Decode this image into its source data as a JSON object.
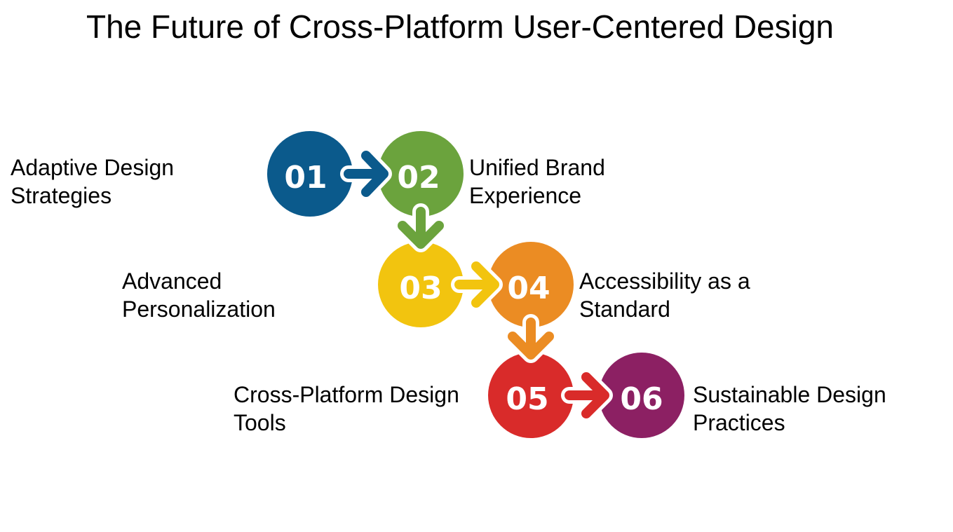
{
  "title": "The Future of Cross-Platform User-Centered Design",
  "steps": [
    {
      "number": "01",
      "label_lines": [
        "Adaptive Design",
        "Strategies"
      ],
      "color": "#0B5A8C"
    },
    {
      "number": "02",
      "label_lines": [
        "Unified Brand",
        "Experience"
      ],
      "color": "#6BA33D"
    },
    {
      "number": "03",
      "label_lines": [
        "Advanced",
        "Personalization"
      ],
      "color": "#F2C40F"
    },
    {
      "number": "04",
      "label_lines": [
        "Accessibility as a",
        "Standard"
      ],
      "color": "#EB8C23"
    },
    {
      "number": "05",
      "label_lines": [
        "Cross-Platform Design",
        "Tools"
      ],
      "color": "#D92B2A"
    },
    {
      "number": "06",
      "label_lines": [
        "Sustainable Design",
        "Practices"
      ],
      "color": "#8C2063"
    }
  ]
}
